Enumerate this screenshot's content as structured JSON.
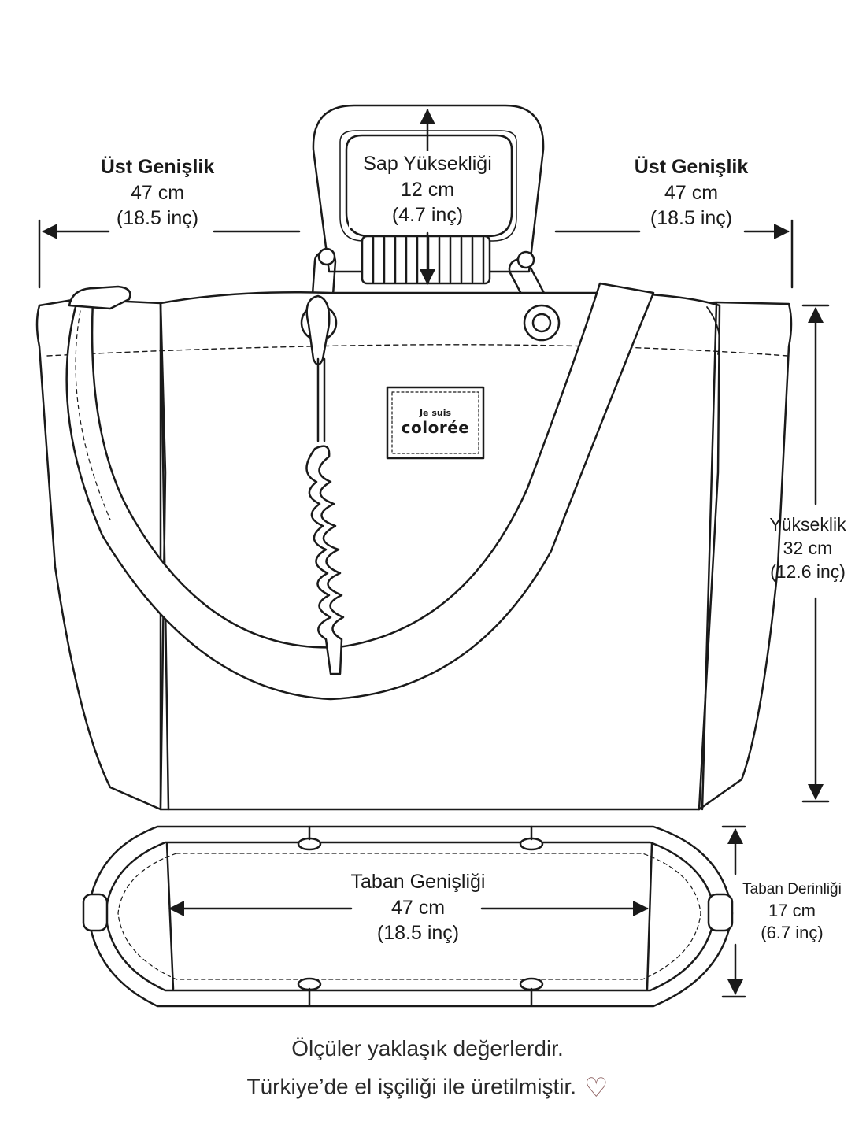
{
  "dimensions": {
    "top_width_left": {
      "title": "Üst Genişlik",
      "metric": "47 cm",
      "imperial": "(18.5 inç)"
    },
    "top_width_right": {
      "title": "Üst Genişlik",
      "metric": "47 cm",
      "imperial": "(18.5 inç)"
    },
    "handle_height": {
      "title": "Sap Yüksekliği",
      "metric": "12 cm",
      "imperial": "(4.7 inç)"
    },
    "height": {
      "title": "Yükseklik",
      "metric": "32 cm",
      "imperial": "(12.6 inç)"
    },
    "base_width": {
      "title": "Taban Genişliği",
      "metric": "47 cm",
      "imperial": "(18.5 inç)"
    },
    "base_depth": {
      "title": "Taban Derinliği",
      "metric": "17 cm",
      "imperial": "(6.7 inç)"
    }
  },
  "brand_patch": {
    "line1": "Je suis",
    "line2": "colorée"
  },
  "footer": {
    "line1": "Ölçüler yaklaşık değerlerdir.",
    "line2": "Türkiye’de el işçiliği ile üretilmiştir.",
    "heart": "♡"
  },
  "colors": {
    "line": "#1a1a1a",
    "accent_heart": "#8b5e5e"
  }
}
